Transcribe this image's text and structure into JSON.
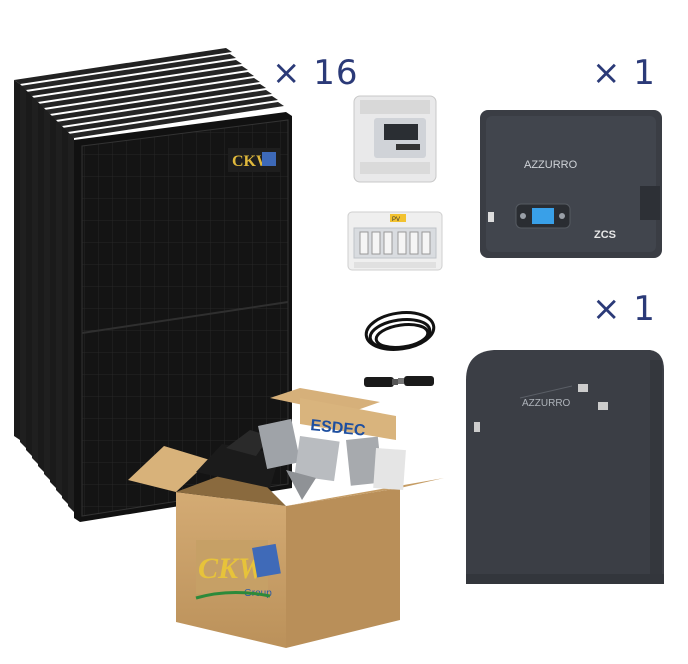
{
  "quantities": {
    "panels": "× 16",
    "inverter": "× 1",
    "battery": "× 1"
  },
  "labels": {
    "panel_logo": "CKW",
    "box_brand": "ESDEC",
    "box_logo": "CKW",
    "box_logo_sub": "Group",
    "inverter_brand": "AZZURRO",
    "inverter_badge": "ZCS",
    "battery_brand": "AZZURRO",
    "breaker_label": "PV"
  },
  "colors": {
    "quantity_text": "#2b3a78",
    "panel_body": "#151515",
    "device_body": "#3a3d44",
    "box_cardboard": "#c9a069",
    "esdec_blue": "#1e4fa0"
  }
}
